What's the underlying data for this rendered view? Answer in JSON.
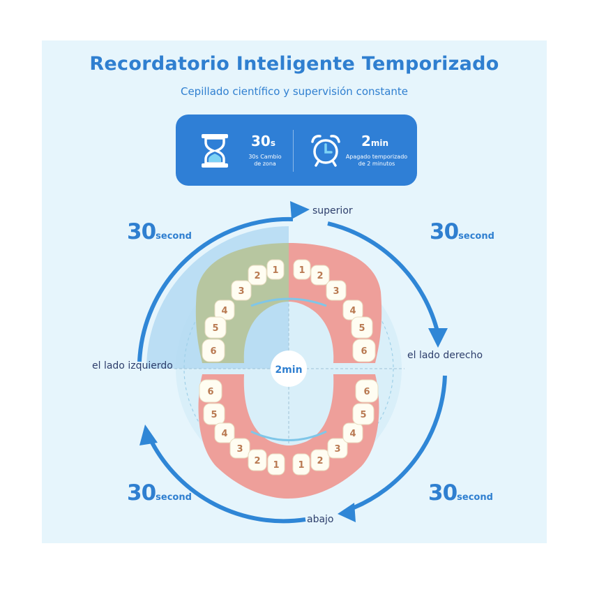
{
  "header": {
    "title": "Recordatorio Inteligente Temporizado",
    "subtitle": "Cepillado científico y supervisión constante"
  },
  "info": {
    "zone": {
      "big": "30",
      "unit": "s",
      "line1": "30s Cambio",
      "line2": "de zona",
      "icon": "hourglass-icon"
    },
    "timer": {
      "big": "2",
      "unit": "min",
      "line1": "Apagado temporizado",
      "line2": "de 2 minutos",
      "icon": "alarm-clock-icon"
    }
  },
  "diagram": {
    "center": "2min",
    "labels": {
      "top": "superior",
      "right": "el lado derecho",
      "bottom": "abajo",
      "left": "el lado izquierdo"
    },
    "seconds": {
      "number": "30",
      "unit": "second"
    },
    "tooth_numbers": [
      "1",
      "2",
      "3",
      "4",
      "5",
      "6"
    ]
  },
  "colors": {
    "accent": "#2f7fd0",
    "panel": "#e6f5fc",
    "gum_active": "#b8c9a6",
    "gum": "#eea5a0"
  }
}
